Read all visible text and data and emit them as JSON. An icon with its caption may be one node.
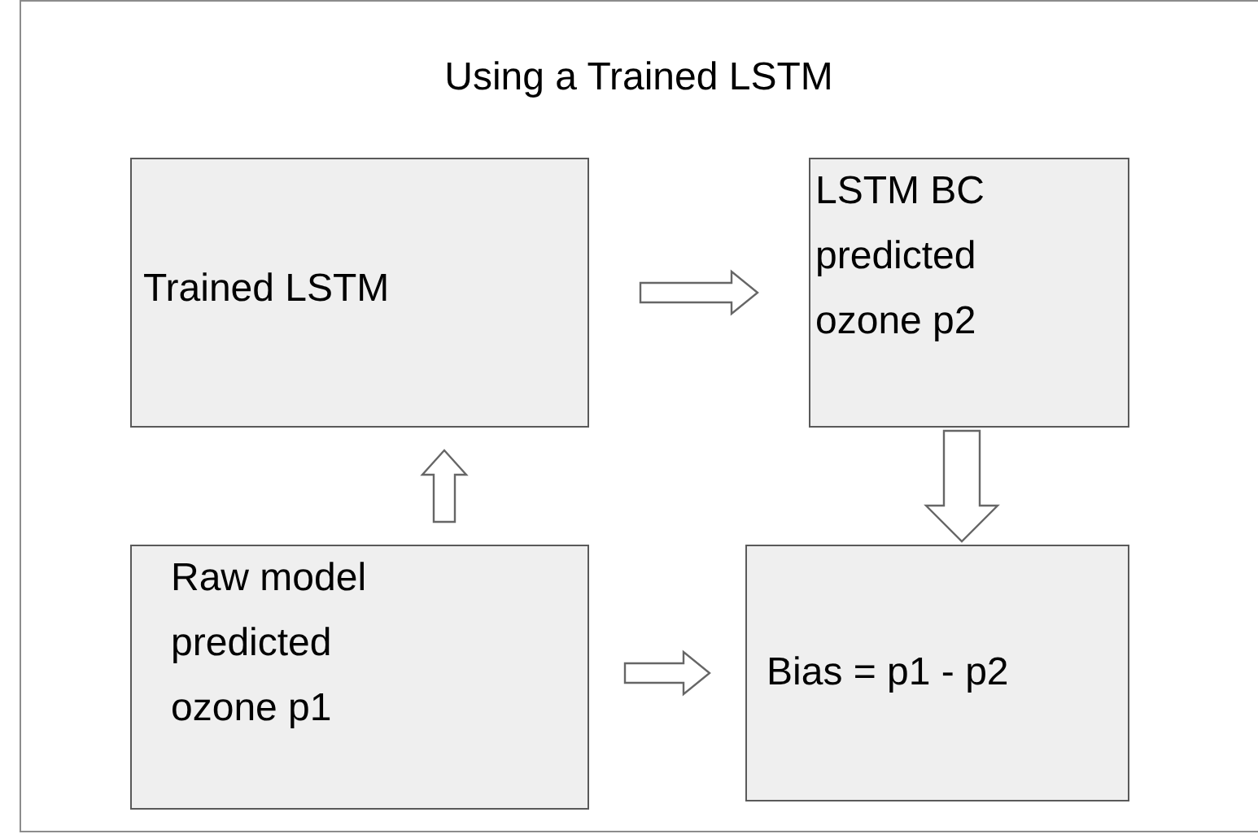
{
  "diagram": {
    "title": "Using a Trained LSTM",
    "nodes": [
      {
        "text": [
          "Trained LSTM"
        ]
      },
      {
        "text": [
          "LSTM BC predicted ozone p2"
        ]
      },
      {
        "text": [
          "Raw model predicted ozone p1"
        ]
      },
      {
        "text": [
          "Bias = p1 - p2"
        ]
      }
    ],
    "edges": [
      {
        "from": 0,
        "to": 1,
        "arrow": "to"
      },
      {
        "from": 2,
        "to": 0,
        "arrow": "to"
      },
      {
        "from": 1,
        "to": 3,
        "arrow": "to"
      },
      {
        "from": 2,
        "to": 3,
        "arrow": "to"
      }
    ]
  }
}
